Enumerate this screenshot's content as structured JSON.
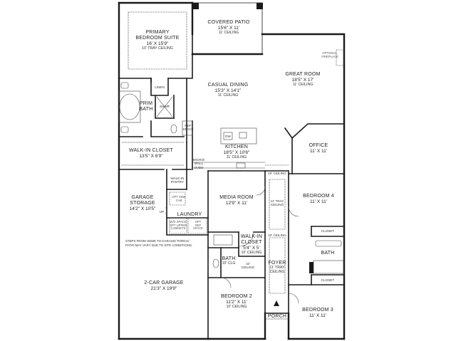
{
  "rooms": {
    "primary_suite": {
      "name_1": "PRIMARY",
      "name_2": "BEDROOM SUITE",
      "dims": "16' X 15'9\"",
      "ceiling": "10' TRAY CEILING"
    },
    "covered_patio": {
      "name": "COVERED PATIO",
      "dims": "15'6\" X 11'",
      "ceiling": "11' CEILING"
    },
    "casual_dining": {
      "name": "CASUAL DINING",
      "dims": "15'3\" X 14'1\"",
      "ceiling": "11' CEILING"
    },
    "great_room": {
      "name": "GREAT ROOM",
      "dims": "18'5\" X 17'",
      "ceiling": "11' CEILING"
    },
    "prim_bath": {
      "name_1": "PRIM",
      "name_2": "BATH"
    },
    "kitchen": {
      "name": "KITCHEN",
      "dims": "18'5\" X 10'6\"",
      "ceiling": "11' CEILING"
    },
    "walk_in_closet": {
      "name": "WALK-IN CLOSET",
      "dims": "13'5\" X 6'9\""
    },
    "office": {
      "name": "OFFICE",
      "dims": "11' X 11'"
    },
    "garage_storage": {
      "name_1": "GARAGE",
      "name_2": "STORAGE",
      "dims": "14'2\" X 10'5\""
    },
    "media_room": {
      "name": "MEDIA ROOM",
      "dims": "12'9\" X 11'"
    },
    "bedroom_4": {
      "name": "BEDROOM 4",
      "dims": "11' X 11'"
    },
    "laundry": {
      "name": "LAUNDRY"
    },
    "walk_in_closet_2": {
      "name_1": "WALK-IN",
      "name_2": "CLOSET",
      "dims": "5'4\" X 5'",
      "ceiling": "10' CEILING"
    },
    "foyer": {
      "name": "FOYER",
      "ceiling_1": "11' TRAY",
      "ceiling_2": "CEILING"
    },
    "bath": {
      "name": "BATH",
      "ceiling": "10' CLG"
    },
    "bath_2": {
      "name": "BATH"
    },
    "two_car_garage": {
      "name": "2-CAR GARAGE",
      "dims": "21'3\" X 19'9\""
    },
    "bedroom_2": {
      "name": "BEDROOM 2",
      "dims": "11'2\" X 11'",
      "ceiling": "10' CEILING"
    },
    "bedroom_3": {
      "name": "BEDROOM 3",
      "dims": "11' X 11'"
    },
    "porch": {
      "name": "PORCH"
    }
  },
  "small_labels": {
    "linen": "LINEN",
    "shwr": "SHWR",
    "ref_space_1": "REF",
    "ref_space_2": "SPACE",
    "dw": "DW",
    "micro_1": "MICRO/",
    "micro_2": "WALL",
    "micro_3": "OVEN",
    "walk_in_pantry_1": "WALK-IN",
    "walk_in_pantry_2": "PANTRY",
    "up": "UP",
    "closet_1": "CLOSET",
    "closet_2": "CLOSET",
    "ceiling_10_a": "10' CEILING",
    "ceiling_10_b": "10' CEILING",
    "ceiling_10_c_1": "10'",
    "ceiling_10_c_2": "CEILING",
    "foyer_tray_1": "11' TRAY",
    "foyer_tray_2": "CEILING"
  },
  "option_labels": {
    "optional_fireplace_1": "OPTIONAL",
    "optional_fireplace_2": "FIREPLACE",
    "opt_sink_1": "OPT SINK",
    "opt_sink_2": "CAB",
    "wd_space_1": "W/D SPACE",
    "wd_space_2": "OPT UPPER",
    "wd_space_3": "CABINETS",
    "opt_ref_1": "OPT",
    "opt_ref_2": "REF",
    "opt_ref_3": "SPACE"
  },
  "notes": {
    "steps_1": "STEPS FROM HOME TO GARAGE/ PORCH/",
    "steps_2": "PATIO MAY VARY DUE TO SITE CONDITIONS."
  }
}
